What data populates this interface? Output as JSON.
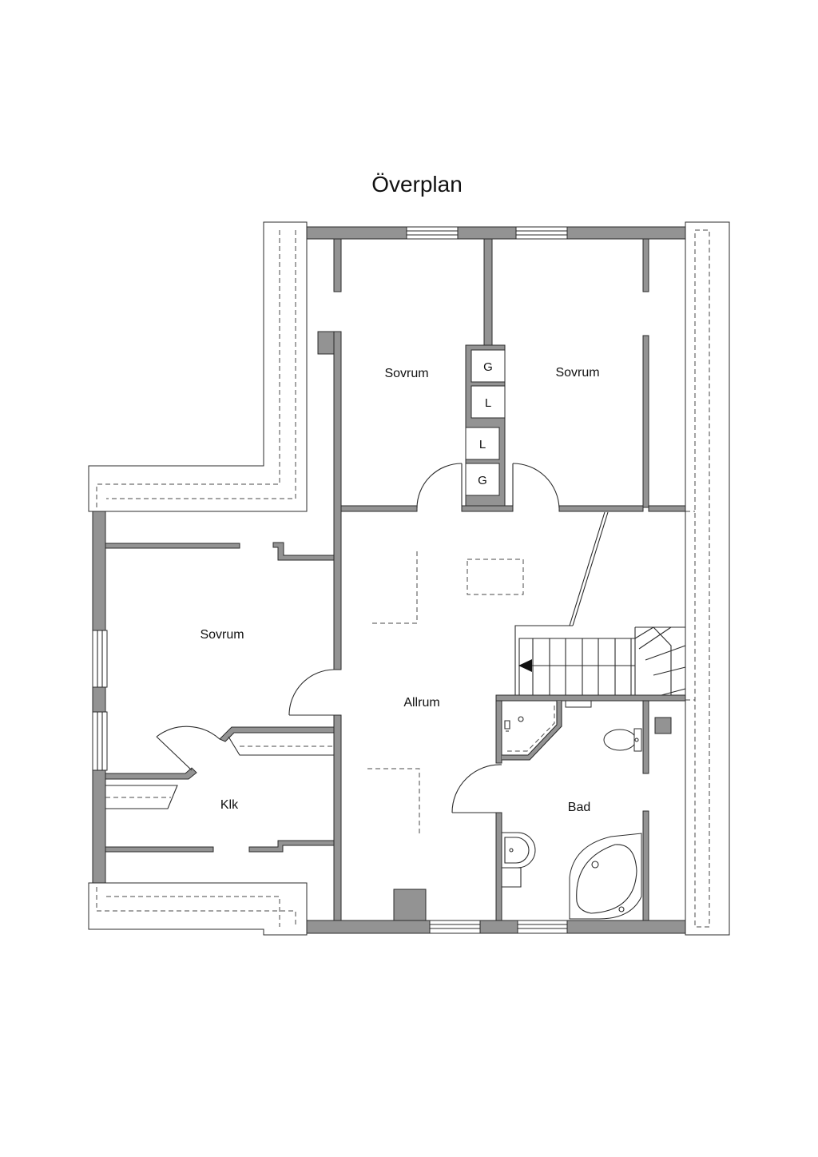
{
  "title": "Överplan",
  "rooms": [
    {
      "label": "Sovrum"
    },
    {
      "label": "Sovrum"
    },
    {
      "label": "Sovrum"
    },
    {
      "label": "Allrum"
    },
    {
      "label": "Klk"
    },
    {
      "label": "Bad"
    }
  ],
  "closets": [
    "G",
    "L",
    "L",
    "G"
  ],
  "colors": {
    "wall": "#939393",
    "line": "#2b2b2b",
    "background": "#ffffff"
  }
}
